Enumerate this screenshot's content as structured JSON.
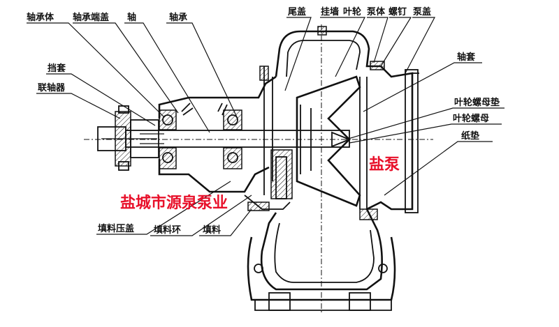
{
  "labels": {
    "bearing_body": "轴承体",
    "bearing_end_cover": "轴承端盖",
    "shaft": "轴",
    "bearing": "轴承",
    "retaining_sleeve": "挡套",
    "coupling": "联轴器",
    "tail_cover": "尾盖",
    "wall": "挂墙",
    "impeller": "叶轮",
    "pump_body": "泵体",
    "screw": "螺钉",
    "pump_cover": "泵盖",
    "shaft_sleeve": "轴套",
    "impeller_nut_washer": "叶轮螺母垫",
    "impeller_nut": "叶轮螺母",
    "paper_gasket": "纸垫",
    "packing_gland": "填料压盖",
    "packing_ring": "填料环",
    "packing": "填料"
  },
  "watermark": {
    "company": "盐城市源泉泵业",
    "product": "盐泵",
    "color": "#e8102a"
  }
}
